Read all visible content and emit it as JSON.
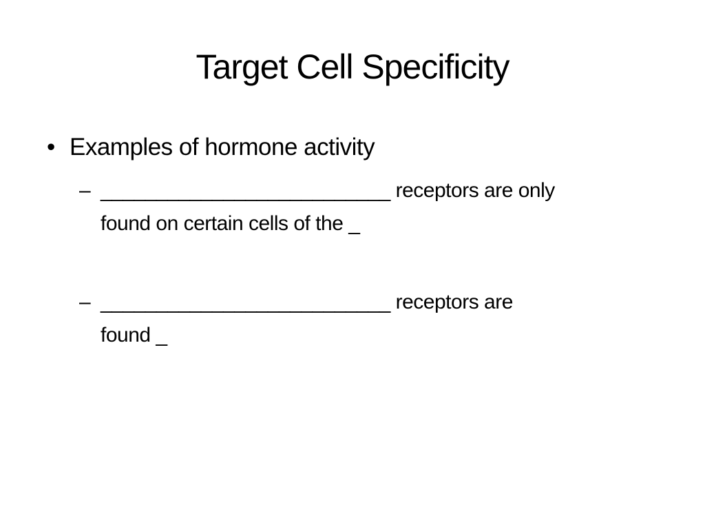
{
  "slide": {
    "title": "Target Cell Specificity",
    "bullets": [
      {
        "marker": "•",
        "text": "Examples of hormone activity",
        "sub_items": [
          {
            "marker": "–",
            "line1": "__________________________ receptors are only",
            "line2": "found on certain cells of the _"
          },
          {
            "marker": "–",
            "line1": "__________________________ receptors are",
            "line2": "found _"
          }
        ]
      }
    ]
  }
}
